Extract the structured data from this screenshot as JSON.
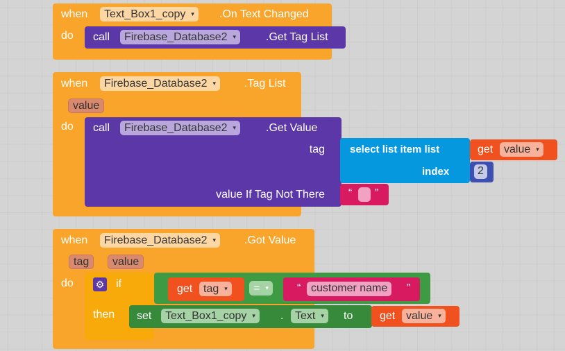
{
  "block1": {
    "when": "when",
    "component": "Text_Box1_copy",
    "event": ".On Text Changed",
    "do": "do",
    "call": {
      "call": "call",
      "component": "Firebase_Database2",
      "method": ".Get Tag List"
    }
  },
  "block2": {
    "when": "when",
    "component": "Firebase_Database2",
    "event": ".Tag List",
    "params": [
      "value"
    ],
    "do": "do",
    "call": {
      "call": "call",
      "component": "Firebase_Database2",
      "method": ".Get Value",
      "tag_label": "tag",
      "default_label": "value If Tag Not There",
      "select": {
        "label": "select list item  list",
        "index_label": "index",
        "get": "get",
        "var": "value",
        "index": "2"
      },
      "text": ""
    }
  },
  "block3": {
    "when": "when",
    "component": "Firebase_Database2",
    "event": ".Got Value",
    "params": [
      "tag",
      "value"
    ],
    "do": "do",
    "if": {
      "if": "if",
      "then": "then",
      "get": "get",
      "var": "tag",
      "op": "=",
      "text": "customer name",
      "set": {
        "set": "set",
        "component": "Text_Box1_copy",
        "dot": ".",
        "prop": "Text",
        "to": "to",
        "get": "get",
        "var": "value"
      }
    }
  },
  "dropdown_glyph": "▾",
  "quote_open": "“",
  "quote_close": "”"
}
